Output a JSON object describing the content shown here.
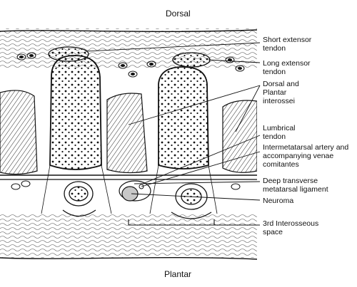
{
  "orientation": {
    "top": "Dorsal",
    "bottom": "Plantar"
  },
  "labels": {
    "short_extensor": "Short extensor\ntendon",
    "long_extensor": "Long extensor\ntendon",
    "interossei": "Dorsal and\nPlantar\ninterossei",
    "lumbrical": "Lumbrical\ntendon",
    "artery": "Intermetatarsal artery and\naccompanying venae\ncomitantes",
    "ligament": "Deep transverse\nmetatarsal ligament",
    "neuroma": "Neuroma",
    "space": "3rd Interosseous\nspace"
  },
  "colors": {
    "line": "#111111",
    "neuroma": "#c8c8c8"
  }
}
